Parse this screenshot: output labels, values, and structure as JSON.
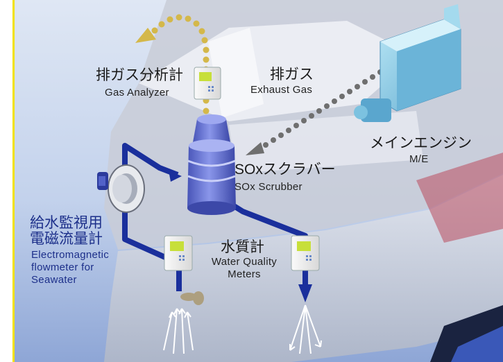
{
  "labels": {
    "gas_analyzer": {
      "jp": "排ガス分析計",
      "en": "Gas Analyzer"
    },
    "exhaust_gas": {
      "jp": "排ガス",
      "en": "Exhaust Gas"
    },
    "main_engine": {
      "jp": "メインエンジン",
      "en": "M/E"
    },
    "scrubber": {
      "jp": "SOxスクラバー",
      "en": "SOx Scrubber"
    },
    "flowmeter": {
      "jp_line1": "給水監視用",
      "jp_line2": "電磁流量計",
      "en_line1": "Electromagnetic",
      "en_line2": "flowmeter for",
      "en_line3": "Seawater"
    },
    "water_quality": {
      "jp": "水質計",
      "en_line1": "Water Quality",
      "en_line2": "Meters"
    }
  },
  "colors": {
    "pipe": "#1a2f9c",
    "scrubber": "#6a78d8",
    "engine": "#8fd0e8",
    "exhaust_in": "#6f6f6f",
    "exhaust_out": "#d4b84a",
    "frame": "#f2e200",
    "sky_top": "#c8d8ee",
    "sea_bottom": "#8fa8d8"
  },
  "icons": [
    "gas-analyzer-icon",
    "water-quality-meter-icon",
    "flowmeter-icon",
    "main-engine-icon",
    "scrubber-icon",
    "ship-hull-icon"
  ]
}
